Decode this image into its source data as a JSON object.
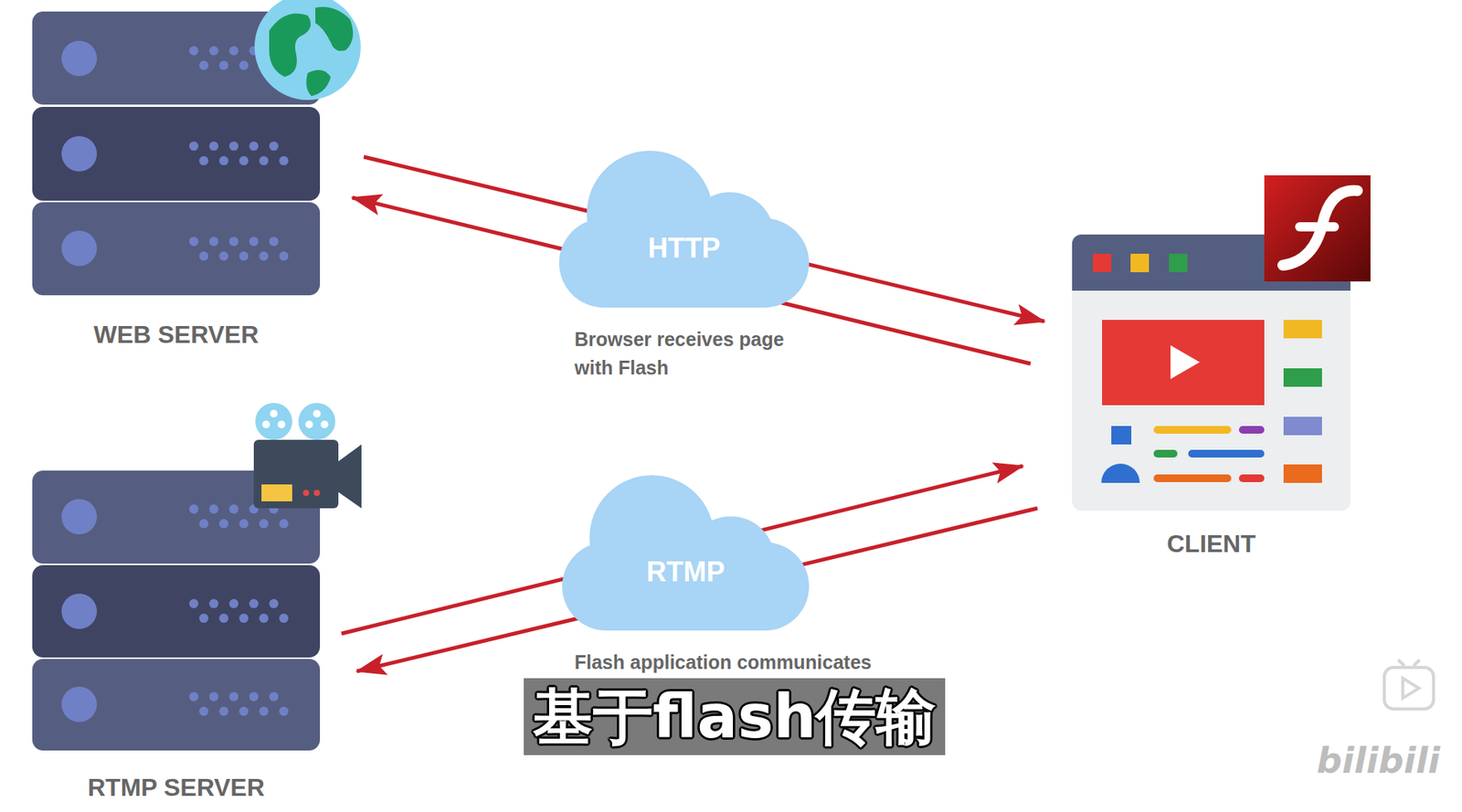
{
  "diagram": {
    "nodes": [
      {
        "text": [
          "WEB SERVER"
        ]
      },
      {
        "text": [
          "HTTP"
        ]
      },
      {
        "text": [
          "CLIENT"
        ]
      },
      {
        "text": [
          "RTMP"
        ]
      },
      {
        "text": [
          "RTMP SERVER"
        ]
      }
    ],
    "edges": [
      {
        "from": 0,
        "to": 2,
        "arrow": "to"
      },
      {
        "from": 2,
        "to": 0,
        "arrow": "to"
      },
      {
        "from": 4,
        "to": 2,
        "arrow": "to"
      },
      {
        "from": 2,
        "to": 4,
        "arrow": "to"
      }
    ],
    "labels": [
      "Browser receives page with Flash",
      "Flash application communicates",
      "基于flash传输",
      "bilibili"
    ]
  }
}
